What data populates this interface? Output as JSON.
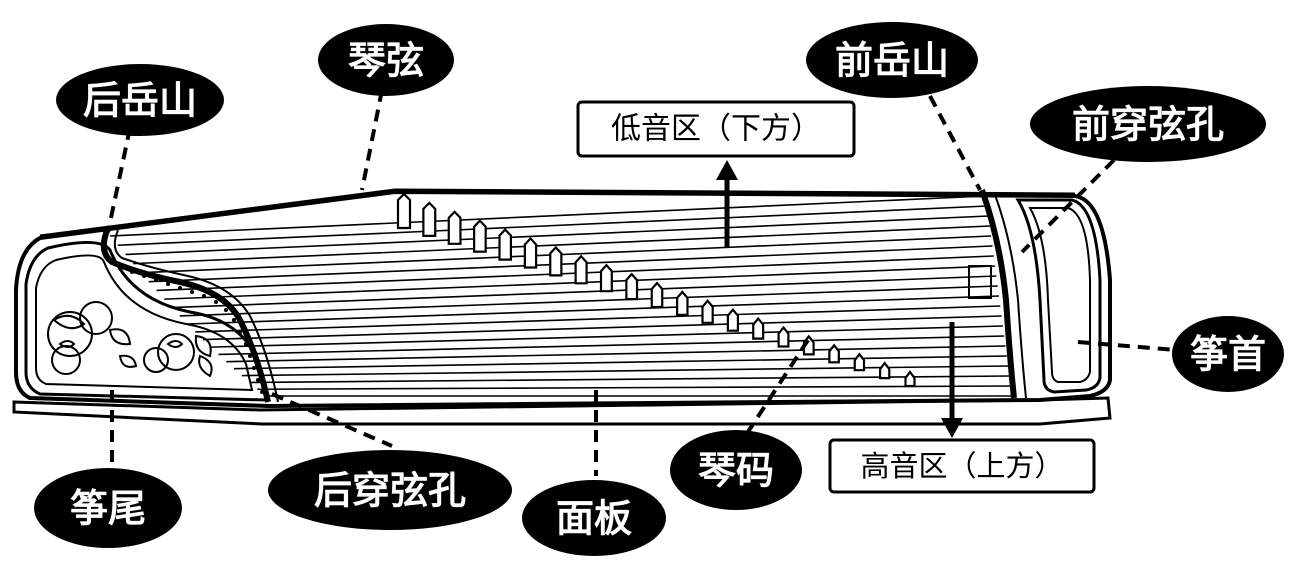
{
  "labels": {
    "back_mountain": "后岳山",
    "strings": "琴弦",
    "front_mountain": "前岳山",
    "front_holes": "前穿弦孔",
    "head": "筝首",
    "tail": "筝尾",
    "back_holes": "后穿弦孔",
    "soundboard": "面板",
    "bridges": "琴码",
    "low_register": "低音区（下方）",
    "high_register": "高音区（上方）"
  },
  "colors": {
    "ink": "#000000",
    "paper": "#ffffff"
  }
}
